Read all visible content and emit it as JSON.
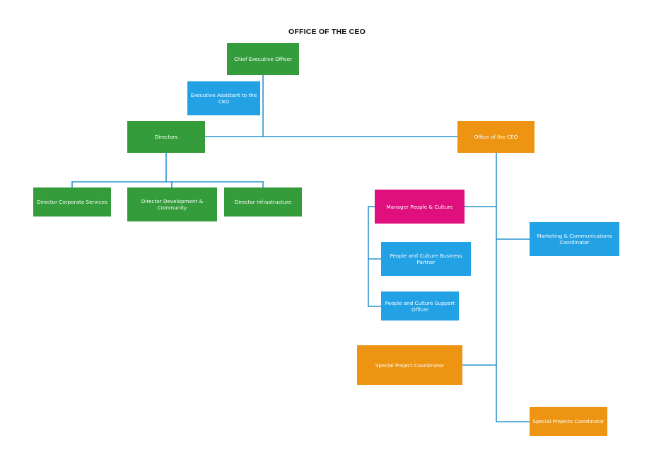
{
  "title": "OFFICE OF THE CEO",
  "colors": {
    "green": "#349c3b",
    "blue": "#22a1e4",
    "orange": "#ed9412",
    "magenta": "#df0f7e",
    "connector": "#2a93cf"
  },
  "nodes": {
    "ceo": "Chief Executive Officer",
    "executive_assistant": "Executive Assistant to the CEO",
    "directors": "Directors",
    "office_of_ceo": "Office of the CEO",
    "director_corporate_services": "Director Corporate Services",
    "director_development_community": "Director Development & Community",
    "director_infrastructure": "Director Infrastructure",
    "manager_people_culture": "Manager People & Culture",
    "marketing_communications": "Marketing & Communications Coordinator",
    "pc_business_partner": "People and Culture Business Partner",
    "pc_support_officer": "People and Culture Support Officer",
    "special_project_coordinator": "Special Project Coordinator",
    "special_projects_coordinator": "Special Projects Coordinator"
  }
}
